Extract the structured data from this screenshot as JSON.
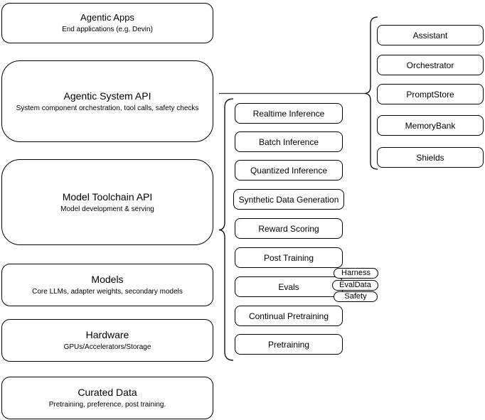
{
  "diagram_title": "Agentic system stack diagram",
  "left_column": {
    "boxes": [
      {
        "title": "Agentic Apps",
        "subtitle": "End applications (e.g. Devin)"
      },
      {
        "title": "Agentic System API",
        "subtitle": "System component orchestration, tool calls, safety checks"
      },
      {
        "title": "Model Toolchain API",
        "subtitle": "Model development & serving"
      },
      {
        "title": "Models",
        "subtitle": "Core LLMs, adapter weights, secondary models"
      },
      {
        "title": "Hardware",
        "subtitle": "GPUs/Accelerators/Storage"
      },
      {
        "title": "Curated Data",
        "subtitle": "Pretraining, preference, post training."
      }
    ]
  },
  "toolchain_services": {
    "items": [
      "Realtime Inference",
      "Batch Inference",
      "Quantized Inference",
      "Synthetic Data Generation",
      "Reward Scoring",
      "Post Training",
      "Evals",
      "Continual Pretraining",
      "Pretraining"
    ],
    "eval_tags": [
      "Harness",
      "EvalData",
      "Safety"
    ]
  },
  "system_components": {
    "items": [
      "Assistant",
      "Orchestrator",
      "PromptStore",
      "MemoryBank",
      "Shields"
    ]
  },
  "colors": {
    "stroke": "#000000",
    "fill": "#ffffff",
    "background": "#ffffff",
    "connector": "#333333"
  }
}
